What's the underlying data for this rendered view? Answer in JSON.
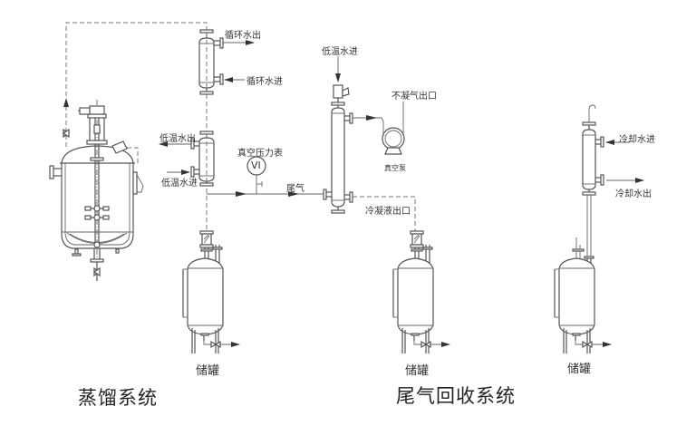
{
  "diagram": {
    "sections": [
      {
        "id": "distillation",
        "title": "蒸馏系统"
      },
      {
        "id": "tail_gas_recovery",
        "title": "尾气回收系统"
      }
    ],
    "labels": {
      "circ_water_out": "循环水出",
      "circ_water_in": "循环水进",
      "low_temp_water_out": "低温水出",
      "low_temp_water_in": "低温水进",
      "vacuum_gauge": "真空压力表",
      "vacuum_gauge_symbol": "VI",
      "tail_gas": "尾气",
      "low_temp_water_in_2": "低温水进",
      "noncondensable_gas_outlet": "不凝气出口",
      "vacuum_pump": "真空泵",
      "condensate_outlet": "冷凝液出口",
      "cooling_water_in": "冷却水进",
      "cooling_water_out": "冷却水出",
      "storage_tank_1": "储罐",
      "storage_tank_2": "储罐",
      "storage_tank_3": "储罐"
    },
    "equipment": [
      "reactor-kettle",
      "circulating-water-condenser",
      "low-temp-water-condenser",
      "vacuum-gauge",
      "tail-gas-condenser",
      "vacuum-pump",
      "cooling-water-condenser",
      "storage-tank-1",
      "storage-tank-2",
      "storage-tank-3"
    ]
  }
}
